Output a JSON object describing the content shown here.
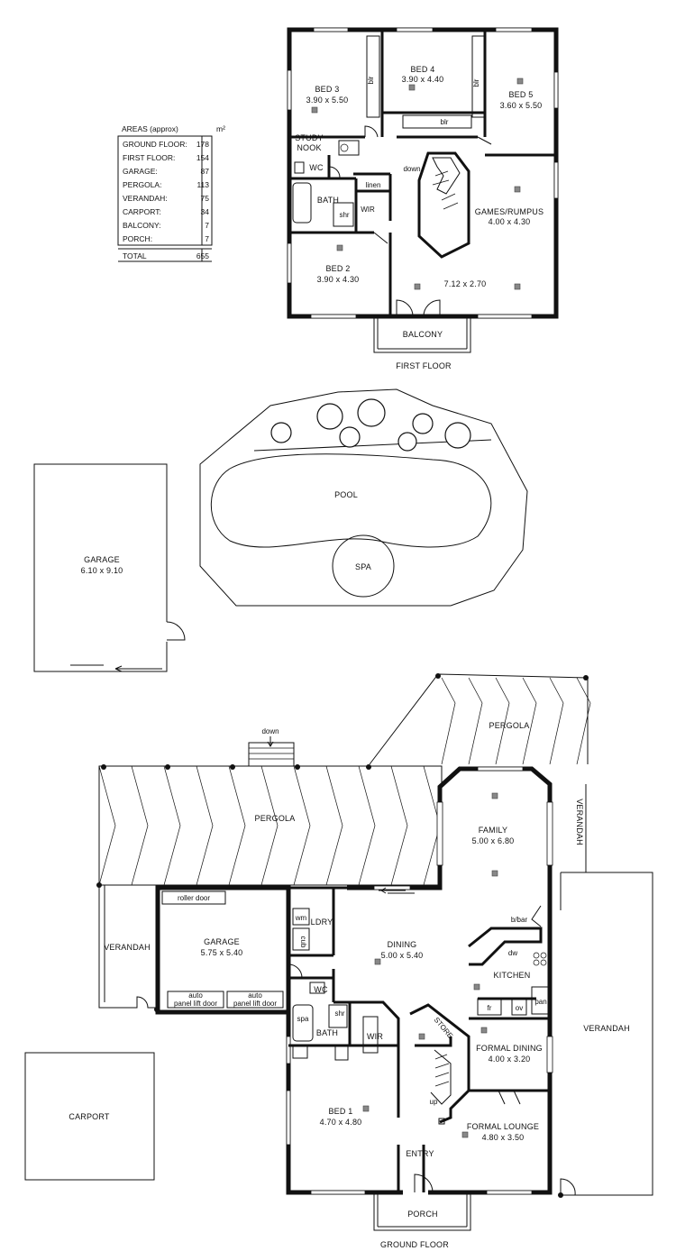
{
  "areas": {
    "title": "AREAS (approx)",
    "unit": "m²",
    "rows": [
      {
        "label": "GROUND FLOOR:",
        "value": "178"
      },
      {
        "label": "FIRST FLOOR:",
        "value": "154"
      },
      {
        "label": "GARAGE:",
        "value": "87"
      },
      {
        "label": "PERGOLA:",
        "value": "113"
      },
      {
        "label": "VERANDAH:",
        "value": "75"
      },
      {
        "label": "CARPORT:",
        "value": "34"
      },
      {
        "label": "BALCONY:",
        "value": "7"
      },
      {
        "label": "PORCH:",
        "value": "7"
      }
    ],
    "total_label": "TOTAL",
    "total_value": "655"
  },
  "first_floor": {
    "caption": "FIRST FLOOR",
    "bed3": {
      "name": "BED 3",
      "size": "3.90 x 5.50"
    },
    "bed4": {
      "name": "BED 4",
      "size": "3.90 x 4.40"
    },
    "bed5": {
      "name": "BED 5",
      "size": "3.60 x 5.50"
    },
    "bed2": {
      "name": "BED 2",
      "size": "3.90 x 4.30"
    },
    "games": {
      "name": "GAMES/RUMPUS",
      "size": "4.00 x 4.30"
    },
    "landing": {
      "size": "7.12 x 2.70"
    },
    "study": {
      "line1": "STUDY",
      "line2": "NOOK"
    },
    "wc": "WC",
    "bath": "BATH",
    "shr": "shr",
    "linen": "linen",
    "wir": "WIR",
    "blr": "blr",
    "down": "down",
    "balcony": "BALCONY"
  },
  "outdoor": {
    "pool": "POOL",
    "spa": "SPA",
    "garage": {
      "name": "GARAGE",
      "size": "6.10 x 9.10"
    },
    "carport": "CARPORT"
  },
  "ground_floor": {
    "caption": "GROUND FLOOR",
    "down": "down",
    "pergola": "PERGOLA",
    "verandah": "VERANDAH",
    "family": {
      "name": "FAMILY",
      "size": "5.00 x 6.80"
    },
    "garage": {
      "name": "GARAGE",
      "size": "5.75 x 5.40"
    },
    "roller_door": "roller door",
    "auto_door_1": {
      "line1": "auto",
      "line2": "panel lift door"
    },
    "auto_door_2": {
      "line1": "auto",
      "line2": "panel lift door"
    },
    "ldry": "LDRY",
    "wm": "wm",
    "cub": "cub",
    "dining": {
      "name": "DINING",
      "size": "5.00 x 5.40"
    },
    "kitchen": "KITCHEN",
    "bbar": "b/bar",
    "dw": "dw",
    "fr": "fr",
    "ov": "ov",
    "pan": "pan",
    "wc": "WC",
    "shr": "shr",
    "spa": "spa",
    "bath": "BATH",
    "wir": "WIR",
    "store": "STORE",
    "formal_dining": {
      "name": "FORMAL DINING",
      "size": "4.00 x 3.20"
    },
    "formal_lounge": {
      "name": "FORMAL LOUNGE",
      "size": "4.80 x 3.50"
    },
    "bed1": {
      "name": "BED 1",
      "size": "4.70 x 4.80"
    },
    "up": "up",
    "entry": "ENTRY",
    "porch": "PORCH"
  }
}
